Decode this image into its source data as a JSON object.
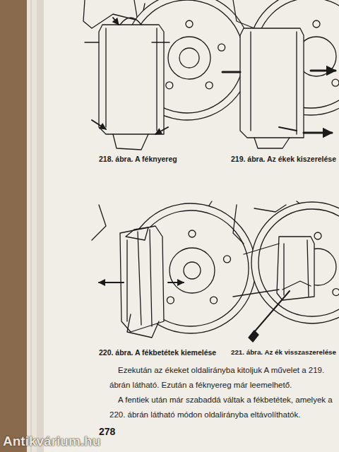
{
  "diagram": {
    "labels": [
      "218. ábra. A féknyereg",
      "219. ábra. Az ékek kiszerelése",
      "220. ábra. A fékbetétek kiemelése",
      "221. ábra. Az ék visszaszerelése",
      "Ezekután az ékeket oldalirányba kitoljuk A művelet a 219. ábrán látható. Ezután a féknyereg már leemelhető.",
      "A fentiek után már szabaddá váltak a fékbetétek, amelyek a 220. ábrán látható módon oldalirányba eltávolíthatók.",
      "278",
      "Antikvárium.hu"
    ]
  }
}
